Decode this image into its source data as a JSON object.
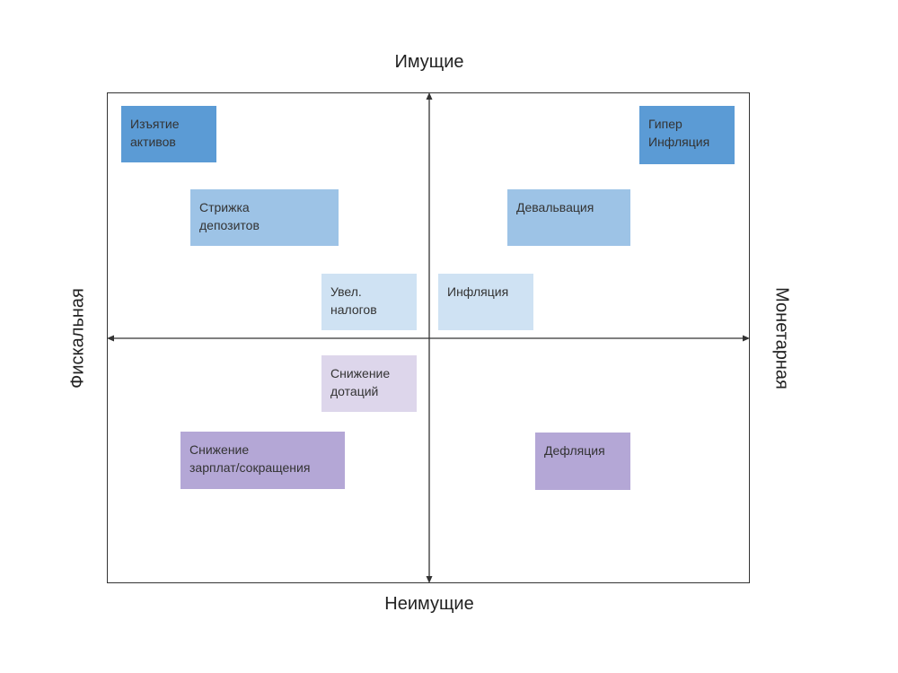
{
  "axes": {
    "top": "Имущие",
    "bottom": "Неимущие",
    "left": "Фискальная",
    "right": "Монетарная"
  },
  "colors": {
    "dark_blue": "#5b9bd5",
    "mid_blue": "#9dc3e6",
    "light_blue": "#cfe2f3",
    "light_purple": "#ddd6eb",
    "mid_purple": "#b4a7d6",
    "axis": "#333333"
  },
  "nodes": {
    "izyatie": "Изъятие\nактивов",
    "strizhka": "Стрижка\nдепозитов",
    "uvel_nalogov": "Увел.\nналогов",
    "giper": "Гипер\nИнфляция",
    "devalvaciya": "Девальвация",
    "inflyaciya": "Инфляция",
    "snizhenie_dotaciy": "Снижение\nдотаций",
    "snizhenie_zarplat": "Снижение\nзарплат/сокращения",
    "deflyaciya": "Дефляция"
  }
}
